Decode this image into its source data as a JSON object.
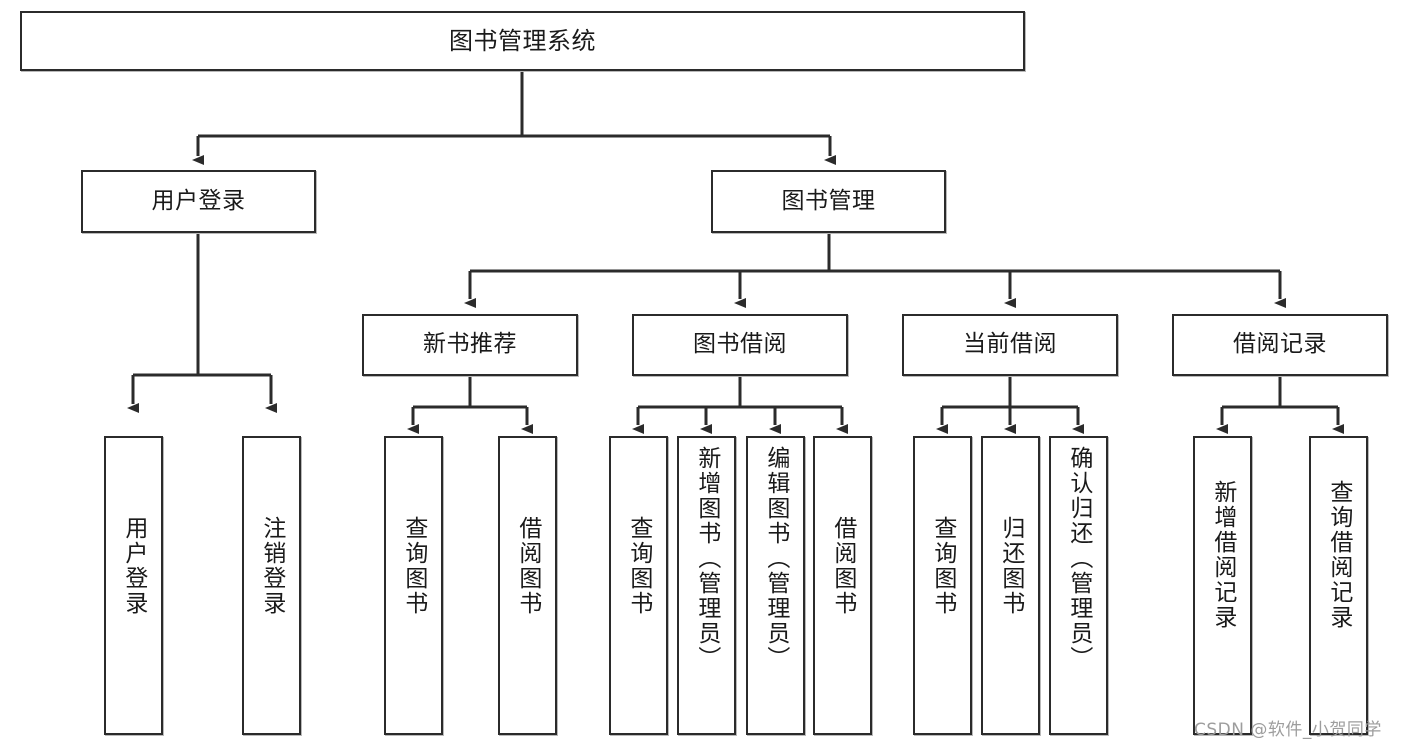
{
  "diagram": {
    "title": "图书管理系统",
    "type": "tree-hierarchy",
    "root": {
      "label": "图书管理系统"
    },
    "level2": [
      {
        "label": "用户登录"
      },
      {
        "label": "图书管理"
      }
    ],
    "level3": [
      {
        "label": "新书推荐"
      },
      {
        "label": "图书借阅"
      },
      {
        "label": "当前借阅"
      },
      {
        "label": "借阅记录"
      }
    ],
    "leaves": {
      "user_login": [
        {
          "label": "用户登录"
        },
        {
          "label": "注销登录"
        }
      ],
      "new_book_recommend": [
        {
          "label": "查询图书"
        },
        {
          "label": "借阅图书"
        }
      ],
      "book_borrow": [
        {
          "label": "查询图书"
        },
        {
          "label": "新增图书（管理员）"
        },
        {
          "label": "编辑图书（管理员）"
        },
        {
          "label": "借阅图书"
        }
      ],
      "current_borrow": [
        {
          "label": "查询图书"
        },
        {
          "label": "归还图书"
        },
        {
          "label": "确认归还（管理员）"
        }
      ],
      "borrow_record": [
        {
          "label": "新增借阅记录"
        },
        {
          "label": "查询借阅记录"
        }
      ]
    }
  },
  "colors": {
    "stroke": "#2b2b2b",
    "fill": "#ffffff",
    "text": "#1a1a1a",
    "watermark": "#9d9d9d"
  },
  "watermark": {
    "text": "CSDN @软件_小贺同学"
  }
}
